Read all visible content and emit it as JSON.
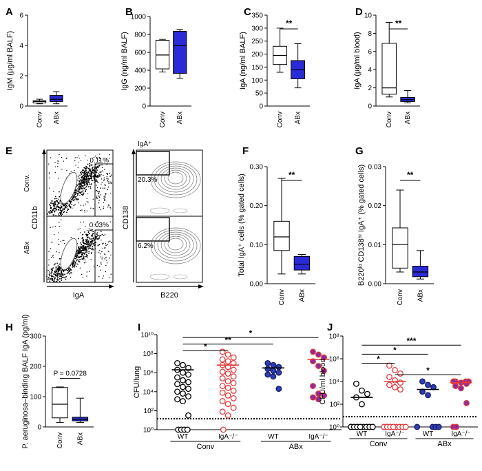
{
  "colors": {
    "conv": "#ffffff",
    "abx": "#2a2ad6",
    "red": "#e23a3a",
    "blue": "#2b3fb0",
    "purple": "#8e2aa0",
    "black": "#000000"
  },
  "chart_data": [
    {
      "panel": "A",
      "type": "box",
      "ylabel": "IgM (µg/ml BALF)",
      "yticks": [
        "0",
        "2",
        "4",
        "6"
      ],
      "ylim": [
        0,
        6
      ],
      "categories": [
        "Conv",
        "ABx"
      ],
      "boxes": [
        {
          "min": 0.15,
          "q1": 0.2,
          "med": 0.3,
          "q3": 0.35,
          "max": 0.45
        },
        {
          "min": 0.15,
          "q1": 0.3,
          "med": 0.45,
          "q3": 0.7,
          "max": 0.95
        }
      ]
    },
    {
      "panel": "B",
      "type": "box",
      "ylabel": "IgG (ng/ml BALF)",
      "yticks": [
        "0",
        "200",
        "400",
        "600",
        "800",
        "1000"
      ],
      "ylim": [
        0,
        1000
      ],
      "categories": [
        "Conv",
        "ABx"
      ],
      "boxes": [
        {
          "min": 380,
          "q1": 415,
          "med": 570,
          "q3": 735,
          "max": 745
        },
        {
          "min": 310,
          "q1": 365,
          "med": 675,
          "q3": 835,
          "max": 855
        }
      ]
    },
    {
      "panel": "C",
      "type": "box",
      "ylabel": "IgA (ng/ml BALF)",
      "yticks": [
        "0",
        "50",
        "100",
        "150",
        "200",
        "250",
        "300",
        "350"
      ],
      "ylim": [
        0,
        350
      ],
      "categories": [
        "Conv",
        "ABx"
      ],
      "sig": "**",
      "boxes": [
        {
          "min": 130,
          "q1": 160,
          "med": 195,
          "q3": 230,
          "max": 300
        },
        {
          "min": 70,
          "q1": 105,
          "med": 140,
          "q3": 175,
          "max": 240
        }
      ]
    },
    {
      "panel": "D",
      "type": "box",
      "ylabel": "IgA (µg/ml blood)",
      "yticks": [
        "0",
        "2",
        "4",
        "6",
        "8",
        "10"
      ],
      "ylim": [
        0,
        10
      ],
      "categories": [
        "Conv",
        "ABx"
      ],
      "sig": "**",
      "boxes": [
        {
          "min": 1.0,
          "q1": 1.3,
          "med": 2.0,
          "q3": 6.9,
          "max": 9.2
        },
        {
          "min": 0.35,
          "q1": 0.5,
          "med": 0.7,
          "q3": 0.95,
          "max": 1.7
        }
      ]
    },
    {
      "panel": "F",
      "type": "box",
      "ylabel": "Total IgA⁺ cells (% gated cells)",
      "yticks": [
        "0.00",
        "0.10",
        "0.20",
        "0.30"
      ],
      "ylim": [
        0,
        0.3
      ],
      "categories": [
        "Conv",
        "ABx"
      ],
      "sig": "**",
      "boxes": [
        {
          "min": 0.025,
          "q1": 0.085,
          "med": 0.12,
          "q3": 0.16,
          "max": 0.27
        },
        {
          "min": 0.025,
          "q1": 0.035,
          "med": 0.05,
          "q3": 0.07,
          "max": 0.075
        }
      ]
    },
    {
      "panel": "G",
      "type": "box",
      "ylabel": "B220ˡᵒ CD138ʰⁱ IgA⁺ (% gated cells)",
      "yticks": [
        "0.00",
        "0.01",
        "0.02",
        "0.03"
      ],
      "ylim": [
        0,
        0.03
      ],
      "categories": [
        "Conv",
        "ABx"
      ],
      "sig": "**",
      "boxes": [
        {
          "min": 0.003,
          "q1": 0.004,
          "med": 0.01,
          "q3": 0.0143,
          "max": 0.024
        },
        {
          "min": 0.0012,
          "q1": 0.0018,
          "med": 0.003,
          "q3": 0.0045,
          "max": 0.0085
        }
      ]
    },
    {
      "panel": "H",
      "type": "box",
      "ylabel": "P. aeruginosa–binding BALF IgA (pg/ml)",
      "yticks": [
        "0",
        "100",
        "200",
        "300"
      ],
      "ylim": [
        0,
        300
      ],
      "categories": [
        "Conv",
        "ABx"
      ],
      "annotation": "P = 0.0728",
      "boxes": [
        {
          "min": 15,
          "q1": 30,
          "med": 75,
          "q3": 130,
          "max": 132
        },
        {
          "min": 15,
          "q1": 20,
          "med": 25,
          "q3": 32,
          "max": 95
        }
      ]
    },
    {
      "panel": "I",
      "type": "scatter",
      "ylabel": "CFU/lung",
      "scale": "log10",
      "ylim": [
        0,
        10
      ],
      "yticks": [
        "10⁰",
        "10²",
        "10⁴",
        "10⁶",
        "10⁸",
        "10¹⁰"
      ],
      "detection_limit_log": 1.15,
      "groups": [
        "WT",
        "IgA⁻/⁻",
        "WT",
        "IgA⁻/⁻"
      ],
      "group_labels": [
        "Conv",
        "ABx"
      ],
      "sig": [
        "*",
        "**",
        "*"
      ],
      "series": [
        {
          "group": "WT",
          "style": "open-black",
          "median_log": 6.3,
          "log_values": [
            7.0,
            6.8,
            6.5,
            6.3,
            6.0,
            5.8,
            5.5,
            5.2,
            5.0,
            4.8,
            4.5,
            4.3,
            4.0,
            3.8,
            3.5,
            3.2,
            3.0,
            1.5,
            0,
            0,
            0,
            0
          ]
        },
        {
          "group": "IgA⁻/⁻",
          "style": "open-red",
          "median_log": 6.8,
          "log_values": [
            8.2,
            7.9,
            7.6,
            7.4,
            7.2,
            7.0,
            6.8,
            6.6,
            6.3,
            6.1,
            5.9,
            5.6,
            5.4,
            5.1,
            4.9,
            4.6,
            4.4,
            4.1,
            3.9,
            3.6,
            3.3,
            3.0,
            2.7,
            2.3,
            1.9,
            1.5,
            0
          ]
        },
        {
          "group": "WT",
          "style": "filled-blue",
          "median_log": 6.5,
          "log_values": [
            7.0,
            6.8,
            6.6,
            6.4,
            6.2,
            6.0,
            5.8,
            5.6,
            4.3
          ]
        },
        {
          "group": "IgA⁻/⁻",
          "style": "filled-purple",
          "median_log": 7.4,
          "log_values": [
            8.2,
            7.9,
            7.6,
            7.2,
            6.7,
            6.2,
            4.6,
            3.8,
            3.6,
            3.4,
            3.2
          ]
        }
      ]
    },
    {
      "panel": "J",
      "type": "scatter",
      "ylabel": "CFU/ml blood",
      "scale": "log10",
      "ylim": [
        0,
        8
      ],
      "yticks": [
        "10⁰",
        "10²",
        "10⁴",
        "10⁶",
        "10⁸"
      ],
      "detection_limit_log": 0.9,
      "groups": [
        "WT",
        "IgA⁻/⁻",
        "WT",
        "IgA⁻/⁻"
      ],
      "group_labels": [
        "Conv",
        "ABx"
      ],
      "sig": [
        "***",
        "*",
        "*",
        "*"
      ],
      "series": [
        {
          "group": "WT",
          "style": "open-black",
          "median_log": 2.6,
          "log_values": [
            3.8,
            3.2,
            2.9,
            2.6,
            2.0,
            0,
            0,
            0,
            0,
            0,
            0,
            0,
            0,
            0,
            0,
            0,
            0,
            0,
            0,
            0
          ]
        },
        {
          "group": "IgA⁻/⁻",
          "style": "open-red",
          "median_log": 4.0,
          "log_values": [
            5.4,
            5.0,
            4.7,
            4.4,
            4.1,
            3.9,
            3.7,
            3.5,
            3.3,
            0,
            0,
            0,
            0,
            0,
            0,
            0,
            0,
            0,
            0,
            0
          ]
        },
        {
          "group": "WT",
          "style": "filled-blue",
          "median_log": 3.3,
          "log_values": [
            4.0,
            3.7,
            3.5,
            3.1,
            2.8,
            0,
            0,
            0,
            0
          ]
        },
        {
          "group": "IgA⁻/⁻",
          "style": "filled-purple",
          "median_log": 3.9,
          "log_values": [
            4.0,
            4.0,
            4.0,
            4.0,
            3.9,
            3.8,
            3.6,
            3.4,
            2.1,
            0,
            0
          ]
        }
      ]
    }
  ],
  "flow": {
    "panel": "E",
    "left_xlabel": "IgA",
    "left_ylabel": "CD11b",
    "right_xlabel": "B220",
    "right_ylabel": "CD138",
    "top_label": "IgA⁺",
    "row_labels": [
      "Conv.",
      "ABx"
    ],
    "left_pct": [
      "0.11%",
      "0.03%"
    ],
    "right_pct": [
      "20.3%",
      "6.2%"
    ]
  }
}
